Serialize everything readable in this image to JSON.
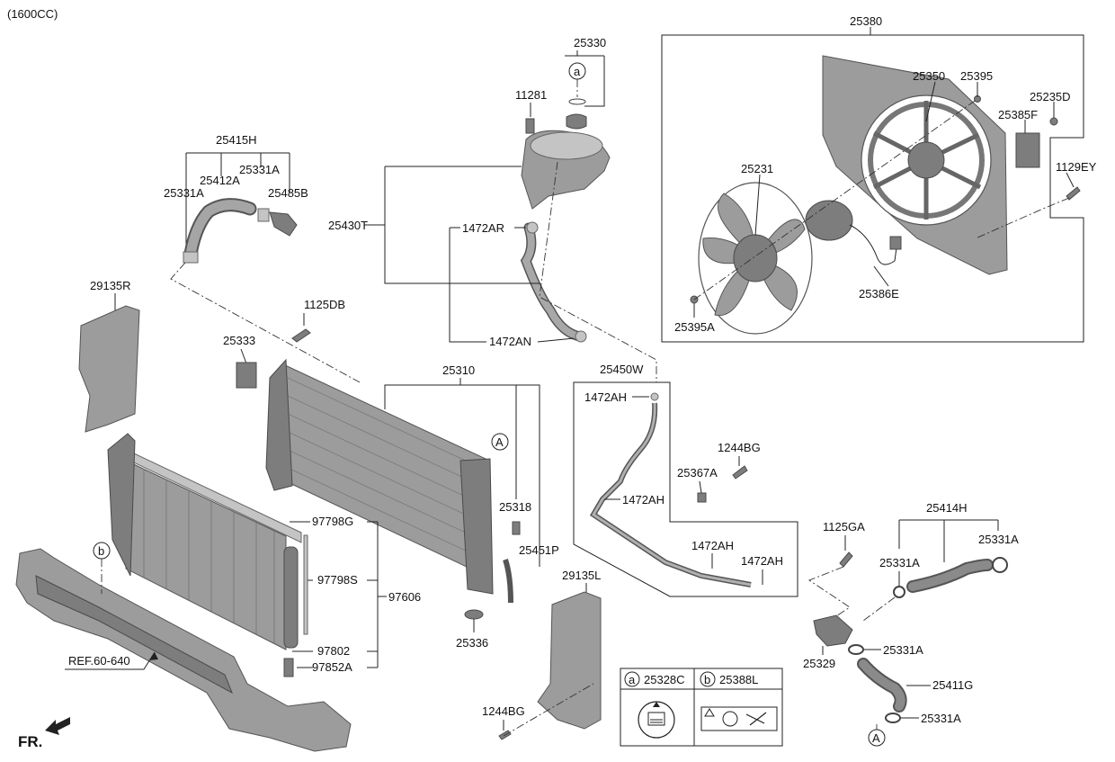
{
  "engine": "(1600CC)",
  "fr_label": "FR.",
  "ref_label": "REF.60-640",
  "circle_markers": {
    "a": "a",
    "b": "b",
    "A": "A"
  },
  "labels": {
    "p25380": "25380",
    "p25330": "25330",
    "p11281": "11281",
    "p25350": "25350",
    "p25395": "25395",
    "p25235D": "25235D",
    "p25385F": "25385F",
    "p1129EY": "1129EY",
    "p25231": "25231",
    "p25386E": "25386E",
    "p25395A": "25395A",
    "p25415H": "25415H",
    "p25412A": "25412A",
    "p25331A_1": "25331A",
    "p25331A_2": "25331A",
    "p25485B": "25485B",
    "p25430T": "25430T",
    "p1472AR": "1472AR",
    "p1472AN": "1472AN",
    "p29135R": "29135R",
    "p1125DB": "1125DB",
    "p25333": "25333",
    "p25310": "25310",
    "p25450W": "25450W",
    "p1472AH_1": "1472AH",
    "p1244BG_1": "1244BG",
    "p25367A": "25367A",
    "p1472AH_2": "1472AH",
    "p25318": "25318",
    "p97798G": "97798G",
    "p97798S": "97798S",
    "p97606": "97606",
    "p97802": "97802",
    "p97852A": "97852A",
    "p25451P": "25451P",
    "p25336": "25336",
    "p29135L": "29135L",
    "p1244BG_2": "1244BG",
    "p1472AH_3": "1472AH",
    "p1472AH_4": "1472AH",
    "p1125GA": "1125GA",
    "p25414H": "25414H",
    "p25331A_3": "25331A",
    "p25331A_4": "25331A",
    "p25329": "25329",
    "p25331A_5": "25331A",
    "p25411G": "25411G",
    "p25331A_6": "25331A"
  },
  "legend": {
    "a_key": "a",
    "a_part": "25328C",
    "b_key": "b",
    "b_part": "25388L"
  },
  "colors": {
    "part": "#9c9c9c",
    "line": "#222222",
    "background": "#ffffff"
  }
}
